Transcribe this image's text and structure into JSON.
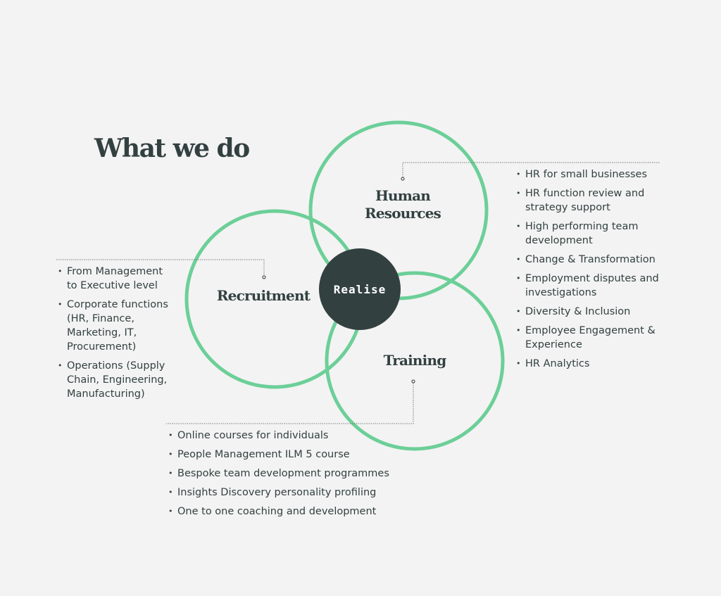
{
  "title": "What we do",
  "center": "Realise",
  "colors": {
    "ring": "#6ccf98",
    "dark": "#334040",
    "background": "#f3f3f3"
  },
  "circles": {
    "hr": {
      "label_line1": "Human",
      "label_line2": "Resources",
      "items": [
        "HR for small businesses",
        "HR function review and strategy support",
        "High performing team development",
        "Change & Transformation",
        "Employment disputes and investigations",
        "Diversity & Inclusion",
        "Employee Engagement & Experience",
        "HR Analytics"
      ]
    },
    "recruitment": {
      "label": "Recruitment",
      "items": [
        "From Management to Executive level",
        "Corporate functions (HR, Finance, Marketing, IT, Procurement)",
        "Operations (Supply Chain, Engineering, Manufacturing)"
      ]
    },
    "training": {
      "label": "Training",
      "items": [
        "Online courses for individuals",
        "People Management ILM 5 course",
        "Bespoke team development programmes",
        "Insights Discovery personality profiling",
        "One to one coaching and development"
      ]
    }
  }
}
